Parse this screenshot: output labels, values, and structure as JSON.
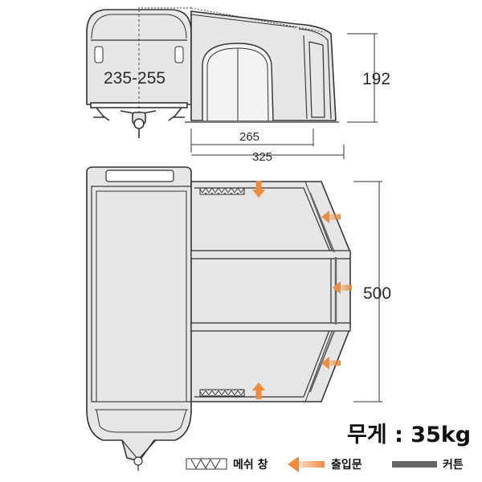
{
  "dimensions": {
    "trailer_width": "235-255",
    "height": "192",
    "inner_depth": "265",
    "outer_depth": "325",
    "length": "500"
  },
  "weight": {
    "text": "무게 : 35kg"
  },
  "legend": {
    "mesh_window": "메쉬 창",
    "entrance": "출입문",
    "curtain": "커튼"
  },
  "colors": {
    "entrance_arrow": "#f08a3c",
    "curtain": "#666666",
    "outline": "#333333",
    "mesh": "#555555"
  },
  "icons": {
    "entrance": "arrow-icon",
    "mesh_window": "mesh-window-icon",
    "curtain": "curtain-bar-icon"
  }
}
